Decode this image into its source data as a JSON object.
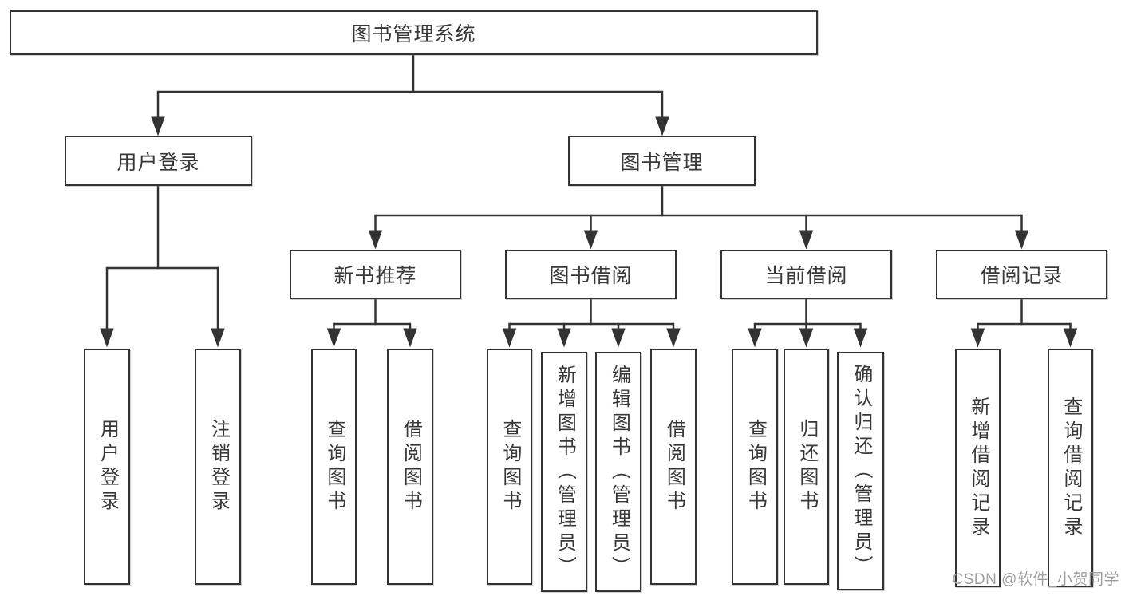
{
  "tree": {
    "root": "图书管理系统",
    "branches": [
      {
        "label": "用户登录",
        "children": [
          "用户登录",
          "注销登录"
        ]
      },
      {
        "label": "图书管理",
        "groups": [
          {
            "label": "新书推荐",
            "children": [
              "查询图书",
              "借阅图书"
            ]
          },
          {
            "label": "图书借阅",
            "children": [
              "查询图书",
              "新增图书（管理员）",
              "编辑图书（管理员）",
              "借阅图书"
            ]
          },
          {
            "label": "当前借阅",
            "children": [
              "查询图书",
              "归还图书",
              "确认归还（管理员）"
            ]
          },
          {
            "label": "借阅记录",
            "children": [
              "新增借阅记录",
              "查询借阅记录"
            ]
          }
        ]
      }
    ]
  },
  "watermark": {
    "text": "CSDN @软件_小贺同学",
    "color": "#9e9ea3"
  },
  "colors": {
    "line": "#333333",
    "box_border": "#333333",
    "box_fill": "#ffffff",
    "text": "#383838",
    "background": "#ffffff"
  }
}
